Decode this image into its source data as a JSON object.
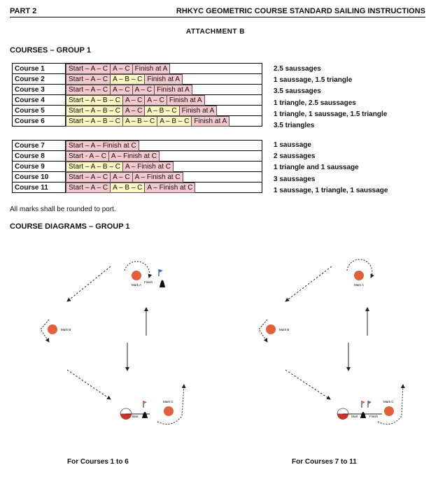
{
  "header": {
    "left": "PART 2",
    "right": "RHKYC GEOMETRIC COURSE STANDARD SAILING INSTRUCTIONS"
  },
  "attachment": "ATTACHMENT B",
  "courses_title": "COURSES – GROUP 1",
  "colors": {
    "pink": "#f5c8ce",
    "yellow": "#fbf6c2",
    "mark": "#e2603a",
    "red": "#c9332b"
  },
  "group_a": [
    {
      "name": "Course 1",
      "legs": [
        {
          "t": "Start – A – C",
          "c": "pink"
        },
        {
          "t": "A – C",
          "c": "pink"
        },
        {
          "t": "Finish at A",
          "c": "pink"
        }
      ],
      "desc": "2.5 saussages"
    },
    {
      "name": "Course 2",
      "legs": [
        {
          "t": "Start – A – C",
          "c": "pink"
        },
        {
          "t": "A – B – C",
          "c": "yellow"
        },
        {
          "t": "Finish at A",
          "c": "pink"
        }
      ],
      "desc": "1 saussage, 1.5 triangle"
    },
    {
      "name": "Course 3",
      "legs": [
        {
          "t": "Start – A – C",
          "c": "pink"
        },
        {
          "t": "A – C",
          "c": "pink"
        },
        {
          "t": "A – C",
          "c": "pink"
        },
        {
          "t": "Finish at A",
          "c": "pink"
        }
      ],
      "desc": "3.5 saussages"
    },
    {
      "name": "Course 4",
      "legs": [
        {
          "t": "Start – A – B – C",
          "c": "yellow"
        },
        {
          "t": "A – C",
          "c": "pink"
        },
        {
          "t": "A – C",
          "c": "pink"
        },
        {
          "t": "Finish at A",
          "c": "pink"
        }
      ],
      "desc": "1 triangle, 2.5 saussages"
    },
    {
      "name": "Course 5",
      "legs": [
        {
          "t": "Start – A – B – C",
          "c": "yellow"
        },
        {
          "t": "A – C",
          "c": "pink"
        },
        {
          "t": "A – B – C",
          "c": "yellow"
        },
        {
          "t": "Finish at A",
          "c": "pink"
        }
      ],
      "desc": "1 triangle, 1 saussage, 1.5 triangle"
    },
    {
      "name": "Course 6",
      "legs": [
        {
          "t": "Start – A – B – C",
          "c": "yellow"
        },
        {
          "t": "A – B – C",
          "c": "yellow"
        },
        {
          "t": "A – B – C",
          "c": "yellow"
        },
        {
          "t": "Finish at A",
          "c": "pink"
        }
      ],
      "desc": "3.5 triangles"
    }
  ],
  "group_b": [
    {
      "name": "Course 7",
      "legs": [
        {
          "t": "Start – A – Finish at C",
          "c": "pink"
        }
      ],
      "desc": "1 saussage"
    },
    {
      "name": "Course 8",
      "legs": [
        {
          "t": "Start - A – C",
          "c": "pink"
        },
        {
          "t": "A – Finish at C",
          "c": "pink"
        }
      ],
      "desc": "2 saussages"
    },
    {
      "name": "Course 9",
      "legs": [
        {
          "t": "Start – A – B – C",
          "c": "yellow"
        },
        {
          "t": "A – Finish at C",
          "c": "pink"
        }
      ],
      "desc": "1 triangle and 1 saussage"
    },
    {
      "name": "Course 10",
      "legs": [
        {
          "t": "Start – A – C",
          "c": "pink"
        },
        {
          "t": "A – C",
          "c": "pink"
        },
        {
          "t": "A – Finish at C",
          "c": "pink"
        }
      ],
      "desc": "3 saussages"
    },
    {
      "name": "Course 11",
      "legs": [
        {
          "t": "Start – A – C",
          "c": "pink"
        },
        {
          "t": "A – B – C",
          "c": "yellow"
        },
        {
          "t": "A – Finish at C",
          "c": "pink"
        }
      ],
      "desc": "1 saussage, 1 triangle, 1 saussage"
    }
  ],
  "note": "All marks shall be rounded to port.",
  "diagrams_title": "COURSE DIAGRAMS – GROUP 1",
  "diagram_labels": {
    "mark_a": "Mark A",
    "mark_b": "Mark B",
    "mark_c": "Mark C",
    "start": "Start",
    "finish": "Finish"
  },
  "captions": {
    "left": "For Courses 1 to 6",
    "right": "For Courses 7 to 11"
  }
}
